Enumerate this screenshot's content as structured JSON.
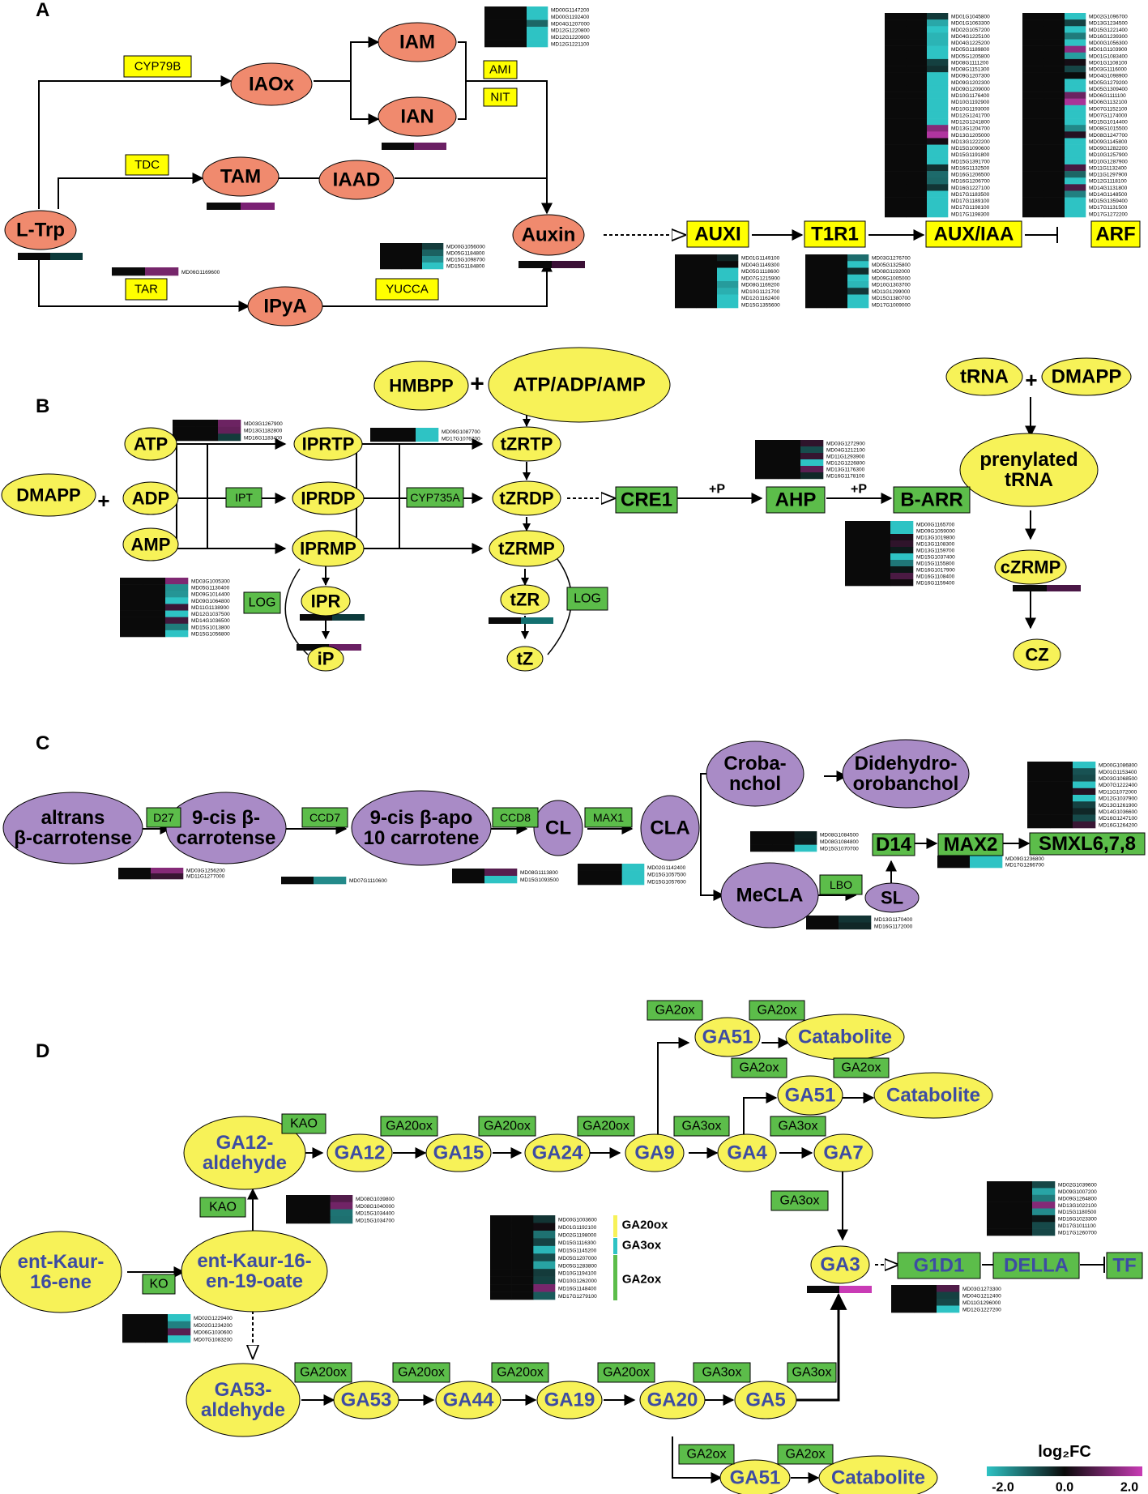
{
  "panels": [
    "A",
    "B",
    "C",
    "D"
  ],
  "colors": {
    "orange_node": "#f08a6e",
    "yellow_node": "#f7f258",
    "yellow_box": "#ffff00",
    "green_box": "#5cbd4a",
    "purple_node": "#a98bc6",
    "blue_text": "#3d4ca3",
    "low_color": "#2ec3c4",
    "mid_color": "#0a0a0a",
    "high_color": "#c93bb5"
  },
  "panel_a": {
    "nodes": {
      "ltrp": "L-Trp",
      "iaox": "IAOx",
      "iam": "IAM",
      "ian": "IAN",
      "tam": "TAM",
      "iaad": "IAAD",
      "ipya": "IPyA",
      "auxin": "Auxin"
    },
    "enzymes": {
      "cyp79b": "CYP79B",
      "ami": "AMI",
      "nit": "NIT",
      "tdc": "TDC",
      "tar": "TAR",
      "yucca": "YUCCA"
    },
    "signaling": {
      "auxi": "AUXI",
      "t1r1": "T1R1",
      "aux_iaa": "AUX/IAA",
      "arf": "ARF"
    },
    "genes": {
      "ami_nit": [
        "MD00G1147200",
        "MD00G1192400",
        "MD04G1207000",
        "MD12G1220800",
        "MD12G1220900",
        "MD12G1221100"
      ],
      "tar": [
        "MD06G1169600"
      ],
      "yucca": [
        "MD00G1056000",
        "MD05G1184800",
        "MD15G1098700",
        "MD15G1184800"
      ],
      "aux_iaa_1": [
        "MD01G1045800",
        "MD01G1063300",
        "MD02G1057200",
        "MD04G1225100",
        "MD04G1225200",
        "MD05G1189800",
        "MD05G1205800",
        "MD08G1111200",
        "MD08G1151300",
        "MD09G1207300",
        "MD09G1202300",
        "MD09G1209000",
        "MD10G1176400",
        "MD10G1192900",
        "MD10G1193000",
        "MD12G1241700",
        "MD12G1241800",
        "MD13G1204700",
        "MD13G1205000",
        "MD13G1222200",
        "MD15G1090600",
        "MD15G1191800",
        "MD15G1391700",
        "MD16G1132500",
        "MD16G1206500",
        "MD16G1206700",
        "MD16G1227100",
        "MD17G1183500",
        "MD17G1189100",
        "MD17G1198100",
        "MD17G1198300"
      ],
      "aux_iaa_2": [
        "MD02G1096700",
        "MD13G1234500",
        "MD15G1221400",
        "MD16G1239300",
        "MD00G1056300",
        "MD01G1103900",
        "MD01G1083400",
        "MD01G1108100",
        "MD03G1116000",
        "MD04G1098900",
        "MD05G1279200",
        "MD05G1309400",
        "MD06G1111100",
        "MD06G1132100",
        "MD07G1152100",
        "MD07G1174000",
        "MD15G1014400",
        "MD08G1015500",
        "MD08G1247700",
        "MD09G1145800",
        "MD09G1282200",
        "MD10G1257900",
        "MD10G1287900",
        "MD11G1132400",
        "MD11G1297900",
        "MD12G1118100",
        "MD14G1131800",
        "MD14G1148500",
        "MD15G1359400",
        "MD17G1131500",
        "MD17G1272200"
      ],
      "auxi": [
        "MD01G1149100",
        "MD04G1149300",
        "MD05G1118600",
        "MD07G1215900",
        "MD08G1169200",
        "MD10G1121700",
        "MD12G1162400",
        "MD15G1355600"
      ],
      "t1r1": [
        "MD03G1276700",
        "MD05G1325800",
        "MD08G1192000",
        "MD09G1005000",
        "MD10G1303700",
        "MD11G1299000",
        "MD15G1380700",
        "MD17G1009000"
      ]
    }
  },
  "panel_b": {
    "nodes": {
      "hmbpp": "HMBPP",
      "plus": "+",
      "atp_adp_amp": "ATP/ADP/AMP",
      "atp": "ATP",
      "adp": "ADP",
      "amp": "AMP",
      "dmapp": "DMAPP",
      "iprtp": "IPRTP",
      "iprdp": "IPRDP",
      "iprmp": "IPRMP",
      "tzrtp": "tZRTP",
      "tzrdp": "tZRDP",
      "tzrmp": "tZRMP",
      "ipr": "IPR",
      "ip": "iP",
      "tzr": "tZR",
      "tz": "tZ",
      "trna": "tRNA",
      "dmapp2": "DMAPP",
      "prenylated_trna": [
        "prenylated",
        "tRNA"
      ],
      "czrmp": "cZRMP",
      "cz": "CZ"
    },
    "enzymes": {
      "ipt": "IPT",
      "cyp735a": "CYP735A",
      "log1": "LOG",
      "log2": "LOG"
    },
    "signaling": {
      "cre1": "CRE1",
      "ahp": "AHP",
      "b_arr": "B-ARR",
      "p1": "+P",
      "p2": "+P"
    },
    "genes": {
      "ipt": [
        "MD03G1267900",
        "MD13G1182800",
        "MD16G1183400"
      ],
      "cyp735a": [
        "MD09G1087700",
        "MD17G1076700"
      ],
      "log": [
        "MD03G1005300",
        "MD05G1130400",
        "MD09G1014400",
        "MD09G1064800",
        "MD11G1138900",
        "MD12G1037500",
        "MD14G1036500",
        "MD15G1013800",
        "MD15G1056800"
      ],
      "ahp": [
        "MD03G1272900",
        "MD04G1212100",
        "MD11G1293900",
        "MD12G1226800",
        "MD13G1176300",
        "MD16G1178100"
      ],
      "b_arr": [
        "MD00G1165700",
        "MD09G1059000",
        "MD13G1019800",
        "MD13G1108300",
        "MD13G1159700",
        "MD15G1037400",
        "MD15G1155800",
        "MD16G1017900",
        "MD16G1108400",
        "MD16G1159400"
      ]
    }
  },
  "panel_c": {
    "nodes": {
      "altrans": [
        "altrans",
        "β-carrotense"
      ],
      "cis9": [
        "9-cis β-",
        "carrotense"
      ],
      "apo": [
        "9-cis β-apo",
        "10 carrotene"
      ],
      "cl": "CL",
      "cla": "CLA",
      "crob": [
        "Croba-",
        "nchol"
      ],
      "didehydro": [
        "Didehydro-",
        "orobanchol"
      ],
      "mecla": "MeCLA",
      "sl": "SL",
      "d14": "D14",
      "max2": "MAX2",
      "smxl": "SMXL6,7,8"
    },
    "enzymes": {
      "d27": "D27",
      "ccd7": "CCD7",
      "ccd8": "CCD8",
      "max1": "MAX1",
      "lbo": "LBO"
    },
    "genes": {
      "d27": [
        "MD03G1256200",
        "MD11G1277000"
      ],
      "ccd7": [
        "MD07G1110600"
      ],
      "ccd8": [
        "MD08G1113800",
        "MD15G1093500"
      ],
      "max1": [
        "MD02G1142400",
        "MD15G1057500",
        "MD15G1057600"
      ],
      "d14": [
        "MD08G1084500",
        "MD08G1084800",
        "MD15G1070700"
      ],
      "max2": [
        "MD09G1236800",
        "MD17G1266700"
      ],
      "lbo": [
        "MD13G1170400",
        "MD16G1172000"
      ],
      "smxl": [
        "MD00G1086800",
        "MD01G1153400",
        "MD03G1068500",
        "MD07G1222400",
        "MD11G1072000",
        "MD12G1037900",
        "MD13G1261900",
        "MD14G1036600",
        "MD16G1247100",
        "MD16G1264200"
      ]
    }
  },
  "panel_d": {
    "nodes": {
      "ent_kaur": [
        "ent-Kaur-",
        "16-ene"
      ],
      "ent_kaur_oate": [
        "ent-Kaur-16-",
        "en-19-oate"
      ],
      "ga12_ald": [
        "GA12-",
        "aldehyde"
      ],
      "ga12": "GA12",
      "ga15": "GA15",
      "ga24": "GA24",
      "ga9": "GA9",
      "ga4": "GA4",
      "ga7": "GA7",
      "ga51_a": "GA51",
      "ga51_b": "GA51",
      "cat_a": "Catabolite",
      "cat_b": "Catabolite",
      "ga3": "GA3",
      "ga53_ald": [
        "GA53-",
        "aldehyde"
      ],
      "ga53": "GA53",
      "ga44": "GA44",
      "ga19": "GA19",
      "ga20": "GA20",
      "ga5": "GA5",
      "ga51_c": "GA51",
      "cat_c": "Catabolite"
    },
    "enzymes": {
      "kao1": "KAO",
      "kao2": "KAO",
      "ko": "KO",
      "ga20ox": "GA20ox",
      "ga3ox": "GA3ox",
      "ga2ox": "GA2ox"
    },
    "signaling": {
      "gid1": "G1D1",
      "della": "DELLA",
      "tf": "TF"
    },
    "ga_legend": [
      "GA20ox",
      "GA3ox",
      "GA2ox"
    ],
    "genes": {
      "kao": [
        "MD08G1039800",
        "MD08G1040000",
        "MD15G1034400",
        "MD15G1034700"
      ],
      "ko": [
        "MD02G1229400",
        "MD02G1234200",
        "MD06G1030600",
        "MD07G1083200"
      ],
      "ga_ox": [
        "MD00G1003600",
        "MD01G1192100",
        "MD02G1198000",
        "MD15G1116300",
        "MD15G1145200",
        "MD05G1207000",
        "MD05G1283800",
        "MD10G1194100",
        "MD10G1262000",
        "MD16G1148400",
        "MD17G1279100"
      ],
      "della": [
        "MD02G1039600",
        "MD09G1007200",
        "MD09G1264800",
        "MD13G1022100",
        "MD15G1180500",
        "MD16G1023300",
        "MD17G1011100",
        "MD17G1260700"
      ],
      "gid1": [
        "MD03G1273300",
        "MD04G1212400",
        "MD11G1296000",
        "MD12G1227200"
      ]
    }
  },
  "legend": {
    "title": "log₂FC",
    "min": "-2.0",
    "mid": "0.0",
    "max": "2.0"
  }
}
